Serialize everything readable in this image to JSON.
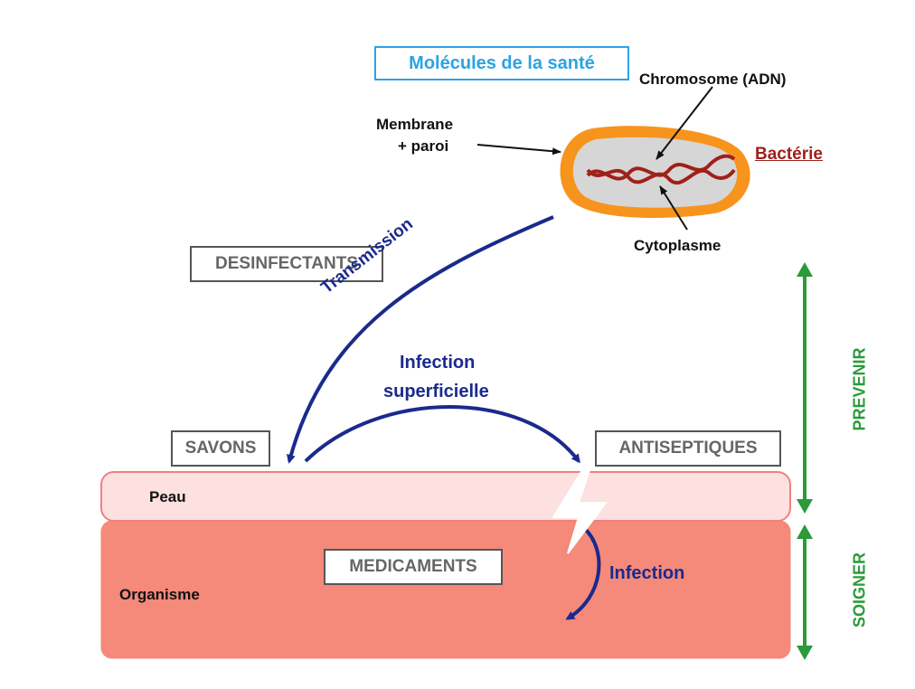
{
  "title": "Molécules de la santé",
  "bacterium": {
    "name": "Bactérie",
    "chromosome": "Chromosome (ADN)",
    "membrane_line1": "Membrane",
    "membrane_line2": "+ paroi",
    "cytoplasm": "Cytoplasme"
  },
  "boxes": {
    "desinfectants": "DESINFECTANTS",
    "savons": "SAVONS",
    "antiseptiques": "ANTISEPTIQUES",
    "medicaments": "MEDICAMENTS"
  },
  "arrows": {
    "transmission": "Transmission",
    "infection_sup_line1": "Infection",
    "infection_sup_line2": "superficielle",
    "infection": "Infection"
  },
  "layers": {
    "peau": "Peau",
    "organisme": "Organisme"
  },
  "side": {
    "prevenir": "PREVENIR",
    "soigner": "SOIGNER"
  },
  "colors": {
    "title": "#2aa3e6",
    "arrow_blue": "#1a2a8c",
    "green": "#2a9a3a",
    "bacterium_red": "#a0201a",
    "bacterium_orange": "#f7941d",
    "skin_fill": "#fde0e0",
    "body_fill": "#f5897a"
  }
}
